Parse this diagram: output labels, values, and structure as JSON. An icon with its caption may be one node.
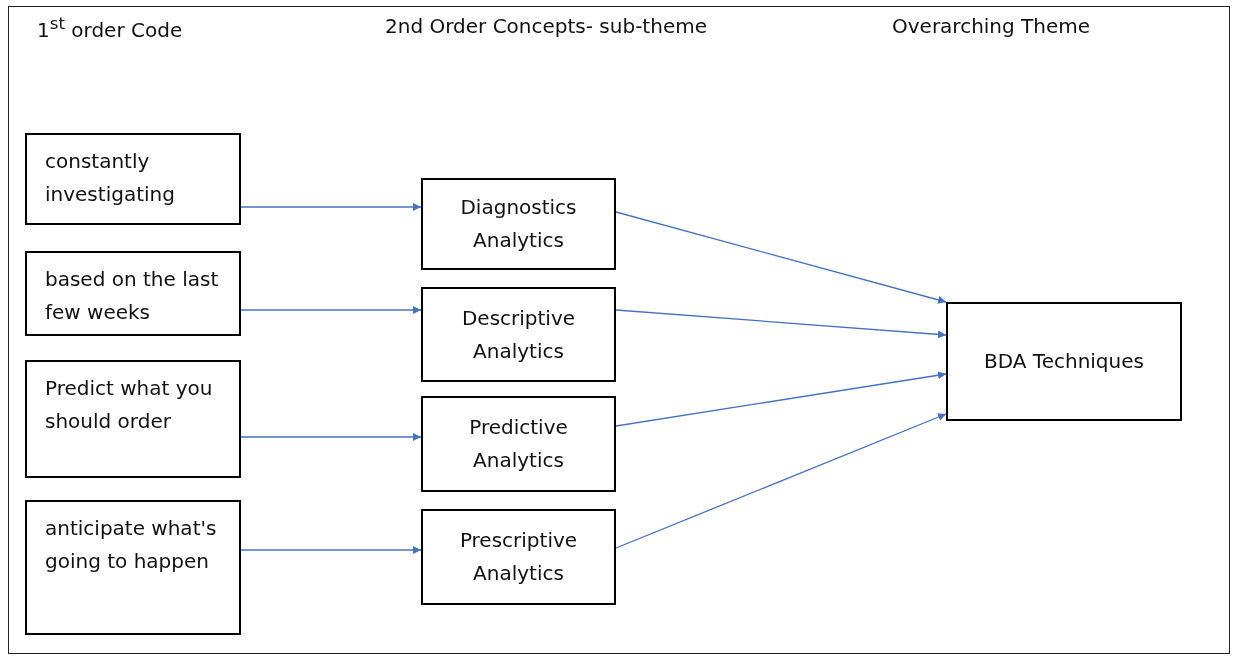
{
  "diagram": {
    "nodes": [
      {
        "text": [
          "constantly investigating"
        ]
      },
      {
        "text": [
          "based on the last few weeks"
        ]
      },
      {
        "text": [
          "Predict what you should order"
        ]
      },
      {
        "text": [
          "anticipate what's going to happen"
        ]
      },
      {
        "text": [
          "Diagnostics Analytics"
        ]
      },
      {
        "text": [
          "Descriptive Analytics"
        ]
      },
      {
        "text": [
          "Predictive Analytics"
        ]
      },
      {
        "text": [
          "Prescriptive Analytics"
        ]
      },
      {
        "text": [
          "BDA Techniques"
        ]
      }
    ],
    "edges": [
      {
        "from": 0,
        "to": 4,
        "arrow": "to"
      },
      {
        "from": 1,
        "to": 5,
        "arrow": "to"
      },
      {
        "from": 2,
        "to": 6,
        "arrow": "to"
      },
      {
        "from": 3,
        "to": 7,
        "arrow": "to"
      },
      {
        "from": 4,
        "to": 8,
        "arrow": "to"
      },
      {
        "from": 5,
        "to": 8,
        "arrow": "to"
      },
      {
        "from": 6,
        "to": 8,
        "arrow": "to"
      },
      {
        "from": 7,
        "to": 8,
        "arrow": "to"
      }
    ],
    "labels": [
      "1$^{st}$ order Code",
      "2nd Order Concepts- sub-theme",
      "Overarching Theme"
    ]
  }
}
